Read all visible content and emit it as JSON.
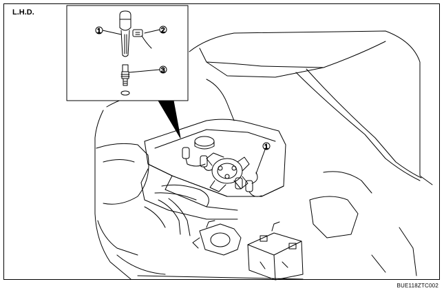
{
  "figure": {
    "variant_label": "L.H.D.",
    "document_code": "BUE118ZTC002",
    "callouts": {
      "detail_1": "1",
      "detail_2": "2",
      "detail_3": "3",
      "engine_1": "1"
    }
  },
  "colors": {
    "line": "#000000",
    "background": "#ffffff"
  }
}
